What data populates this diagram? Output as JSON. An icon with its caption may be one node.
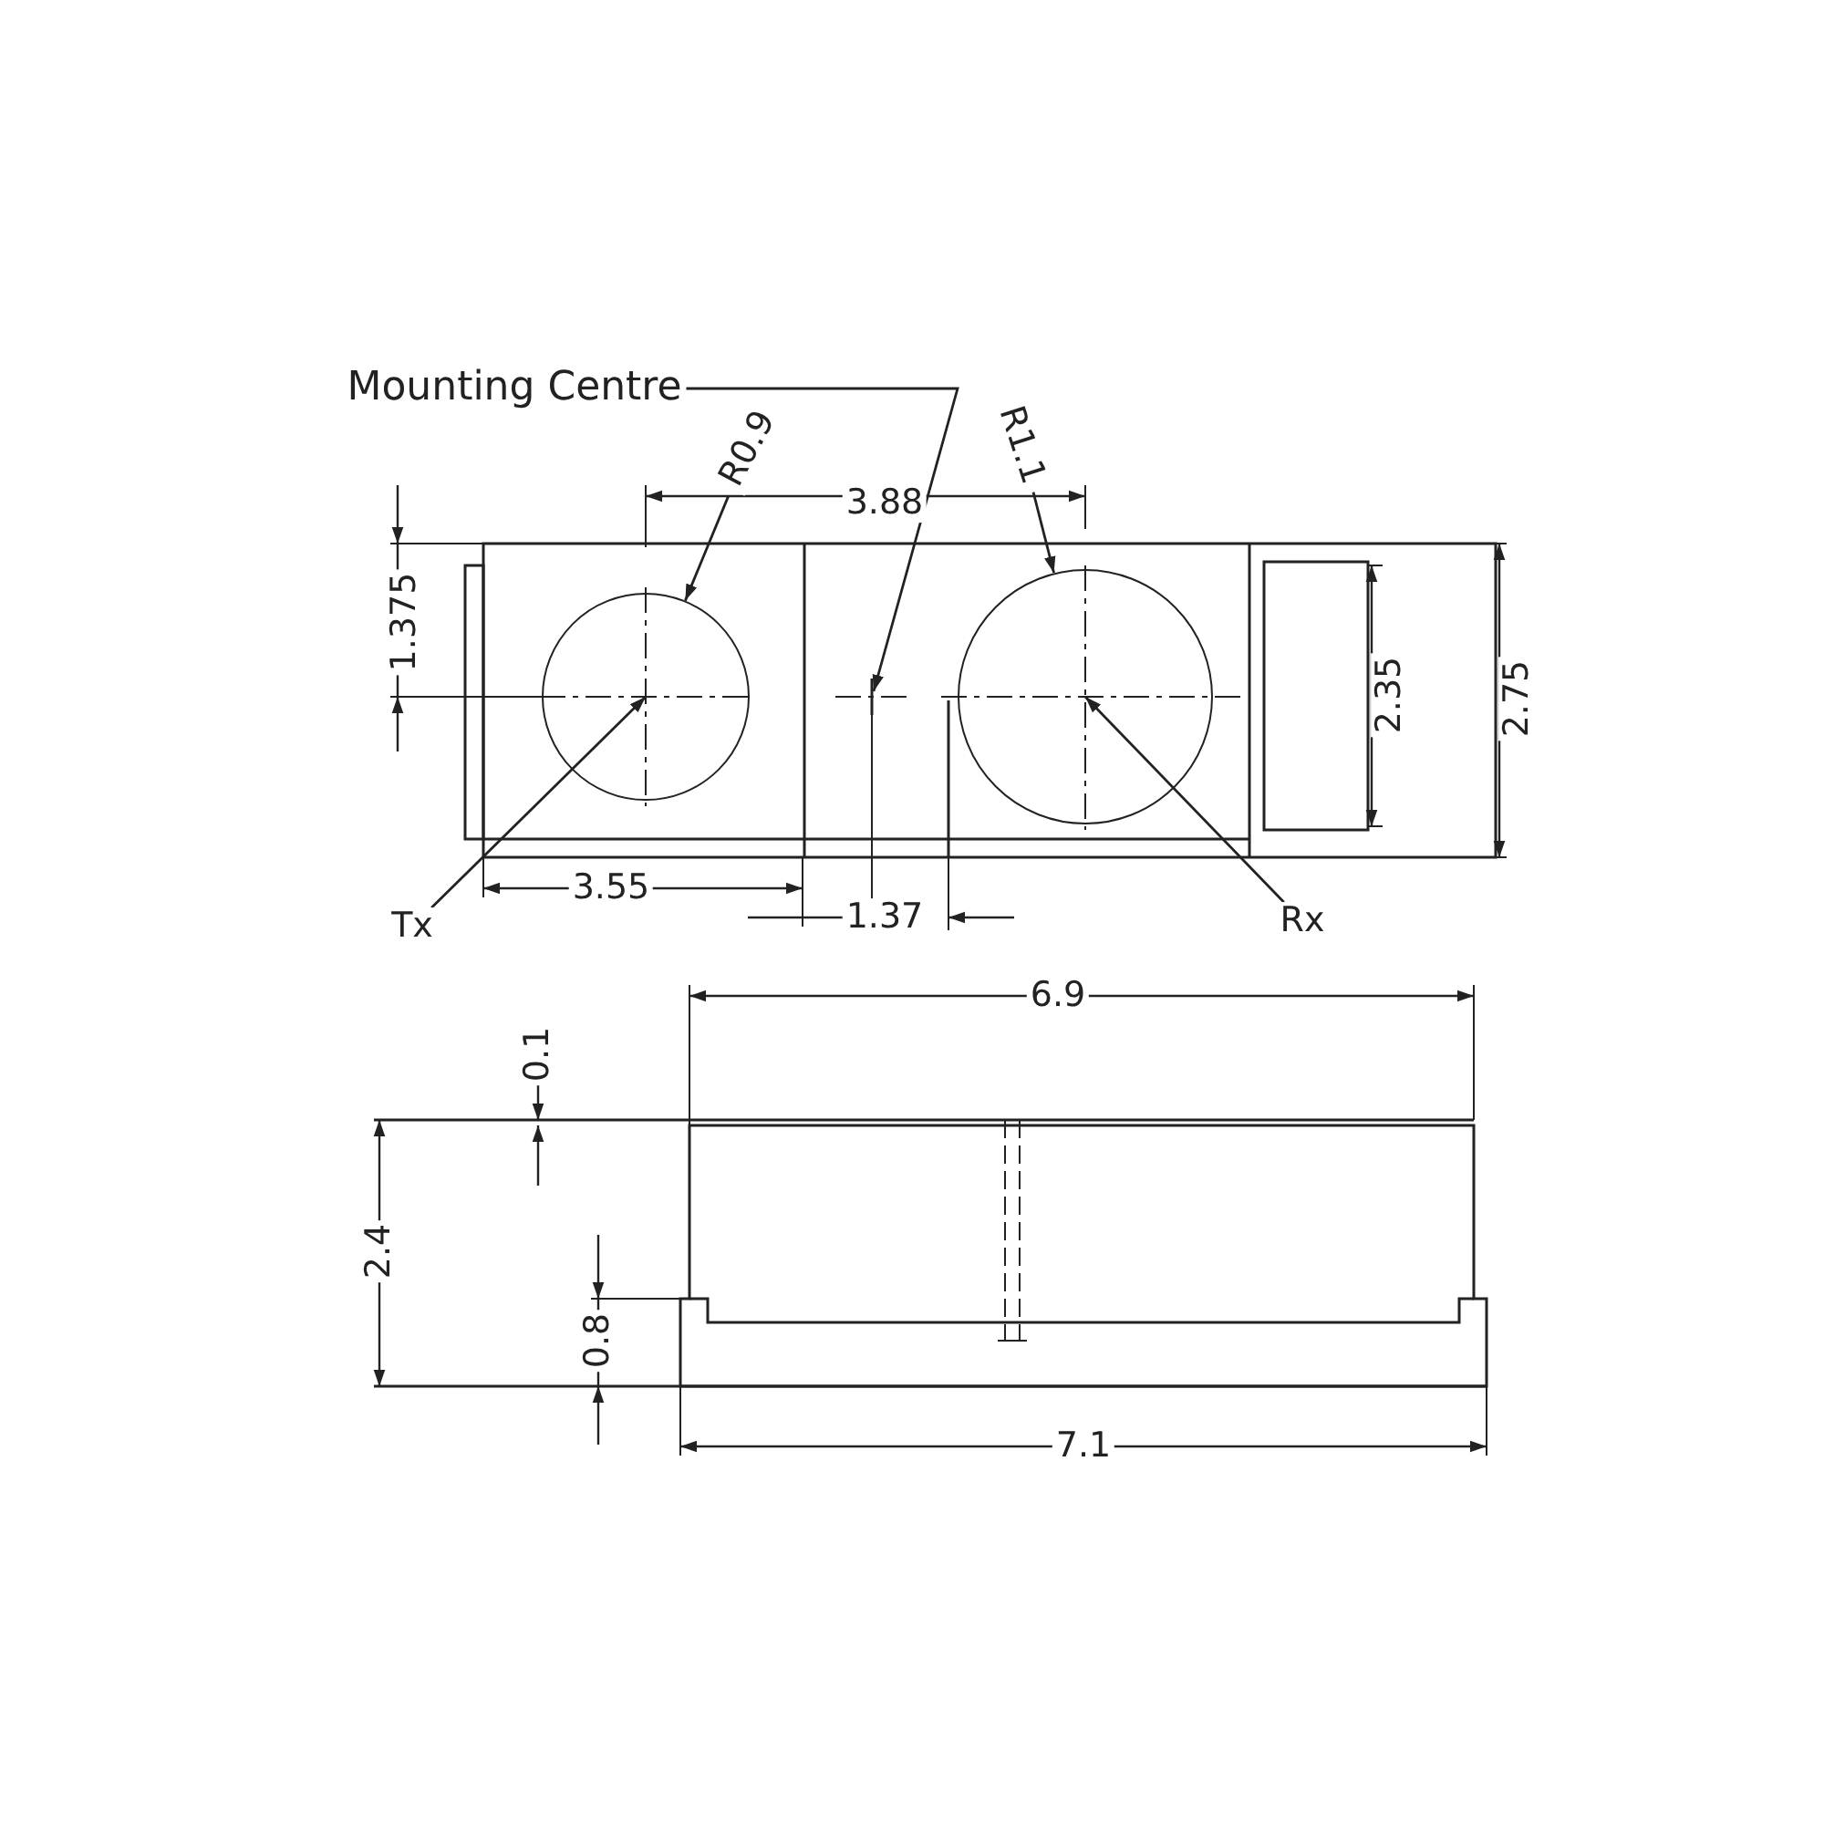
{
  "diagram": {
    "nodes": [
      {
        "text": [
          "Mounting Centre"
        ]
      },
      {
        "text": [
          "R0.9"
        ]
      },
      {
        "text": [
          "R1.1"
        ]
      },
      {
        "text": [
          "Tx"
        ]
      },
      {
        "text": [
          "Rx"
        ]
      },
      {
        "text": [],
        "shape": "circle"
      },
      {
        "text": [],
        "shape": "circle"
      }
    ],
    "edges": [
      {
        "from": 0,
        "to": null,
        "arrow": "to"
      },
      {
        "from": 1,
        "to": 5,
        "arrow": "to"
      },
      {
        "from": 2,
        "to": 6,
        "arrow": "to"
      },
      {
        "from": 3,
        "to": 5,
        "arrow": "to"
      },
      {
        "from": 4,
        "to": 6,
        "arrow": "to"
      }
    ],
    "labels": [
      "3.88",
      "1.375",
      "2.35",
      "2.75",
      "3.55",
      "1.37",
      "6.9",
      "0.1",
      "2.4",
      "0.8",
      "7.1"
    ]
  }
}
